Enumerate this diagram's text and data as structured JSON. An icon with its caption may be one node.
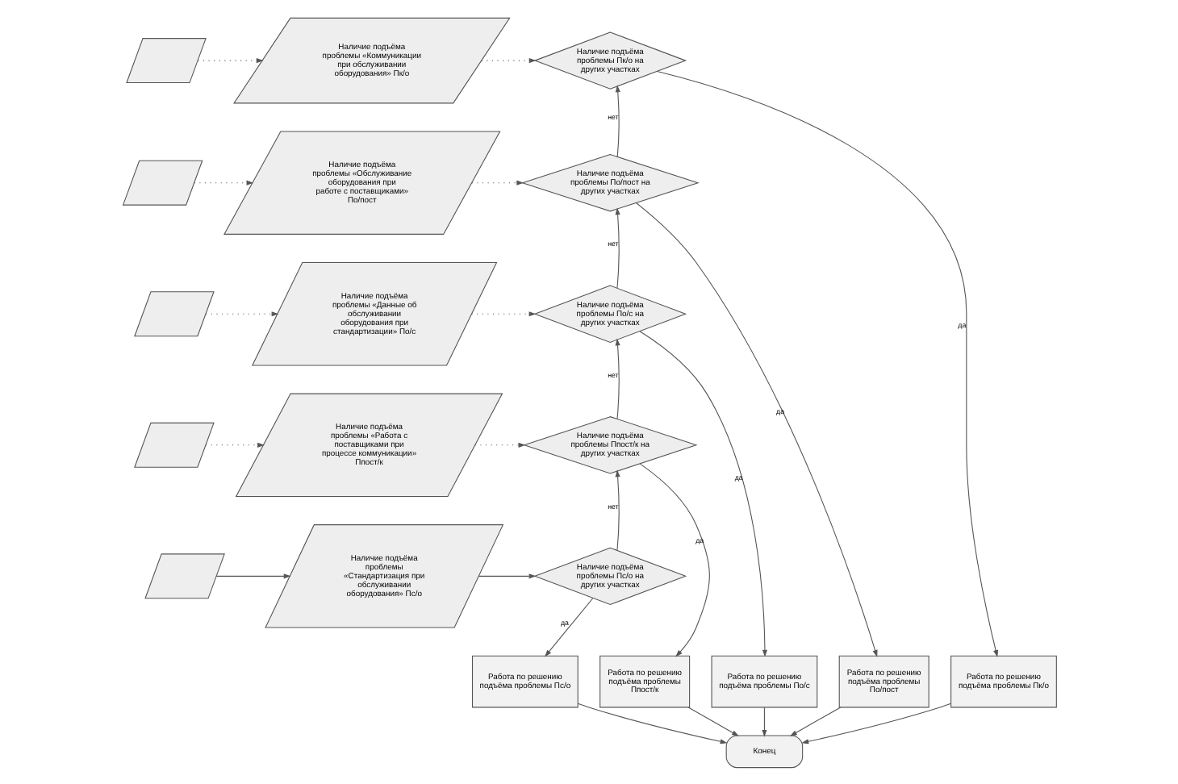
{
  "diagram": {
    "nodes": [
      {
        "text": [],
        "shape": "parallelogram"
      },
      {
        "text": [
          "Наличие подъёма проблемы «Коммуникации при обслуживании оборудования» Пк/о"
        ]
      },
      {
        "text": [
          "Наличие подъёма проблемы Пк/о на других участках"
        ]
      },
      {
        "text": [],
        "shape": "parallelogram"
      },
      {
        "text": [
          "Наличие подъёма проблемы «Обслуживание оборудования при работе с поставщиками» По/пост"
        ]
      },
      {
        "text": [
          "Наличие подъёма проблемы По/пост на других участках"
        ]
      },
      {
        "text": [],
        "shape": "parallelogram"
      },
      {
        "text": [
          "Наличие подъёма проблемы «Данные об обслуживании оборудования при стандартизации» По/с"
        ]
      },
      {
        "text": [
          "Наличие подъёма проблемы По/с на других участках"
        ]
      },
      {
        "text": [],
        "shape": "parallelogram"
      },
      {
        "text": [
          "Наличие подъёма проблемы «Работа с поставщиками при процессе коммуникации» Ппост/к"
        ]
      },
      {
        "text": [
          "Наличие подъёма проблемы Ппост/к на других участках"
        ]
      },
      {
        "text": [],
        "shape": "parallelogram"
      },
      {
        "text": [
          "Наличие подъёма проблемы «Стандартизация при обслуживании оборудования» Пс/о"
        ]
      },
      {
        "text": [
          "Наличие подъёма проблемы Пс/о на других участках"
        ]
      },
      {
        "text": [
          "Работа по решению подъёма проблемы Пс/о"
        ]
      },
      {
        "text": [
          "Работа по решению подъёма проблемы Ппост/к"
        ]
      },
      {
        "text": [
          "Работа по решению подъёма проблемы По/с"
        ]
      },
      {
        "text": [
          "Работа по решению подъёма проблемы По/пост"
        ]
      },
      {
        "text": [
          "Работа по решению подъёма проблемы Пк/о"
        ]
      },
      {
        "text": [
          "Конец"
        ]
      }
    ],
    "edges": [
      {
        "from": 0,
        "to": 1,
        "arrow": "to",
        "style": "dashed"
      },
      {
        "from": 1,
        "to": 2,
        "arrow": "to",
        "style": "dashed"
      },
      {
        "from": 3,
        "to": 4,
        "arrow": "to",
        "style": "dashed"
      },
      {
        "from": 4,
        "to": 5,
        "arrow": "to",
        "style": "dashed"
      },
      {
        "from": 6,
        "to": 7,
        "arrow": "to",
        "style": "dashed"
      },
      {
        "from": 7,
        "to": 8,
        "arrow": "to",
        "style": "dashed"
      },
      {
        "from": 9,
        "to": 10,
        "arrow": "to",
        "style": "dashed"
      },
      {
        "from": 10,
        "to": 11,
        "arrow": "to",
        "style": "dashed"
      },
      {
        "from": 12,
        "to": 13,
        "arrow": "to"
      },
      {
        "from": 13,
        "to": 14,
        "arrow": "to"
      },
      {
        "from": 14,
        "to": 11,
        "arrow": "to",
        "label": "нет"
      },
      {
        "from": 11,
        "to": 8,
        "arrow": "to",
        "label": "нет"
      },
      {
        "from": 8,
        "to": 5,
        "arrow": "to",
        "label": "нет"
      },
      {
        "from": 5,
        "to": 2,
        "arrow": "to",
        "label": "нет"
      },
      {
        "from": 2,
        "to": 19,
        "arrow": "to",
        "label": "да"
      },
      {
        "from": 5,
        "to": 18,
        "arrow": "to",
        "label": "да"
      },
      {
        "from": 8,
        "to": 17,
        "arrow": "to",
        "label": "да"
      },
      {
        "from": 11,
        "to": 16,
        "arrow": "to",
        "label": "да"
      },
      {
        "from": 14,
        "to": 15,
        "arrow": "to",
        "label": "да"
      },
      {
        "from": 15,
        "to": 20,
        "arrow": "to"
      },
      {
        "from": 16,
        "to": 20,
        "arrow": "to"
      },
      {
        "from": 17,
        "to": 20,
        "arrow": "to"
      },
      {
        "from": 18,
        "to": 20,
        "arrow": "to"
      },
      {
        "from": 19,
        "to": 20,
        "arrow": "to"
      }
    ]
  }
}
